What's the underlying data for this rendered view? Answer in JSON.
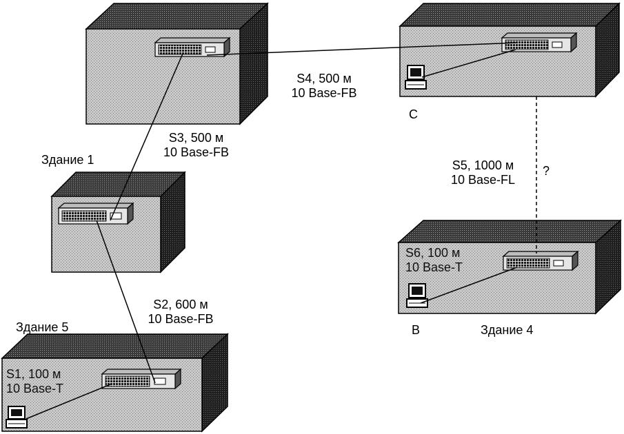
{
  "links": {
    "s3": {
      "line1": "S3, 500 м",
      "line2": "10 Base-FB"
    },
    "s4": {
      "line1": "S4, 500 м",
      "line2": "10 Base-FB"
    },
    "s5": {
      "line1": "S5, 1000 м",
      "line2": "10 Base-FL",
      "note": "?"
    },
    "s2": {
      "line1": "S2, 600 м",
      "line2": "10 Base-FB"
    },
    "s1": {
      "line1": "S1, 100 м",
      "line2": "10 Base-T"
    },
    "s6": {
      "line1": "S6, 100 м",
      "line2": "10 Base-T"
    }
  },
  "buildings": {
    "b1": "Здание 1",
    "b4": "Здание 4",
    "b5": "Здание 5"
  },
  "stations": {
    "c": "C",
    "b": "B"
  }
}
